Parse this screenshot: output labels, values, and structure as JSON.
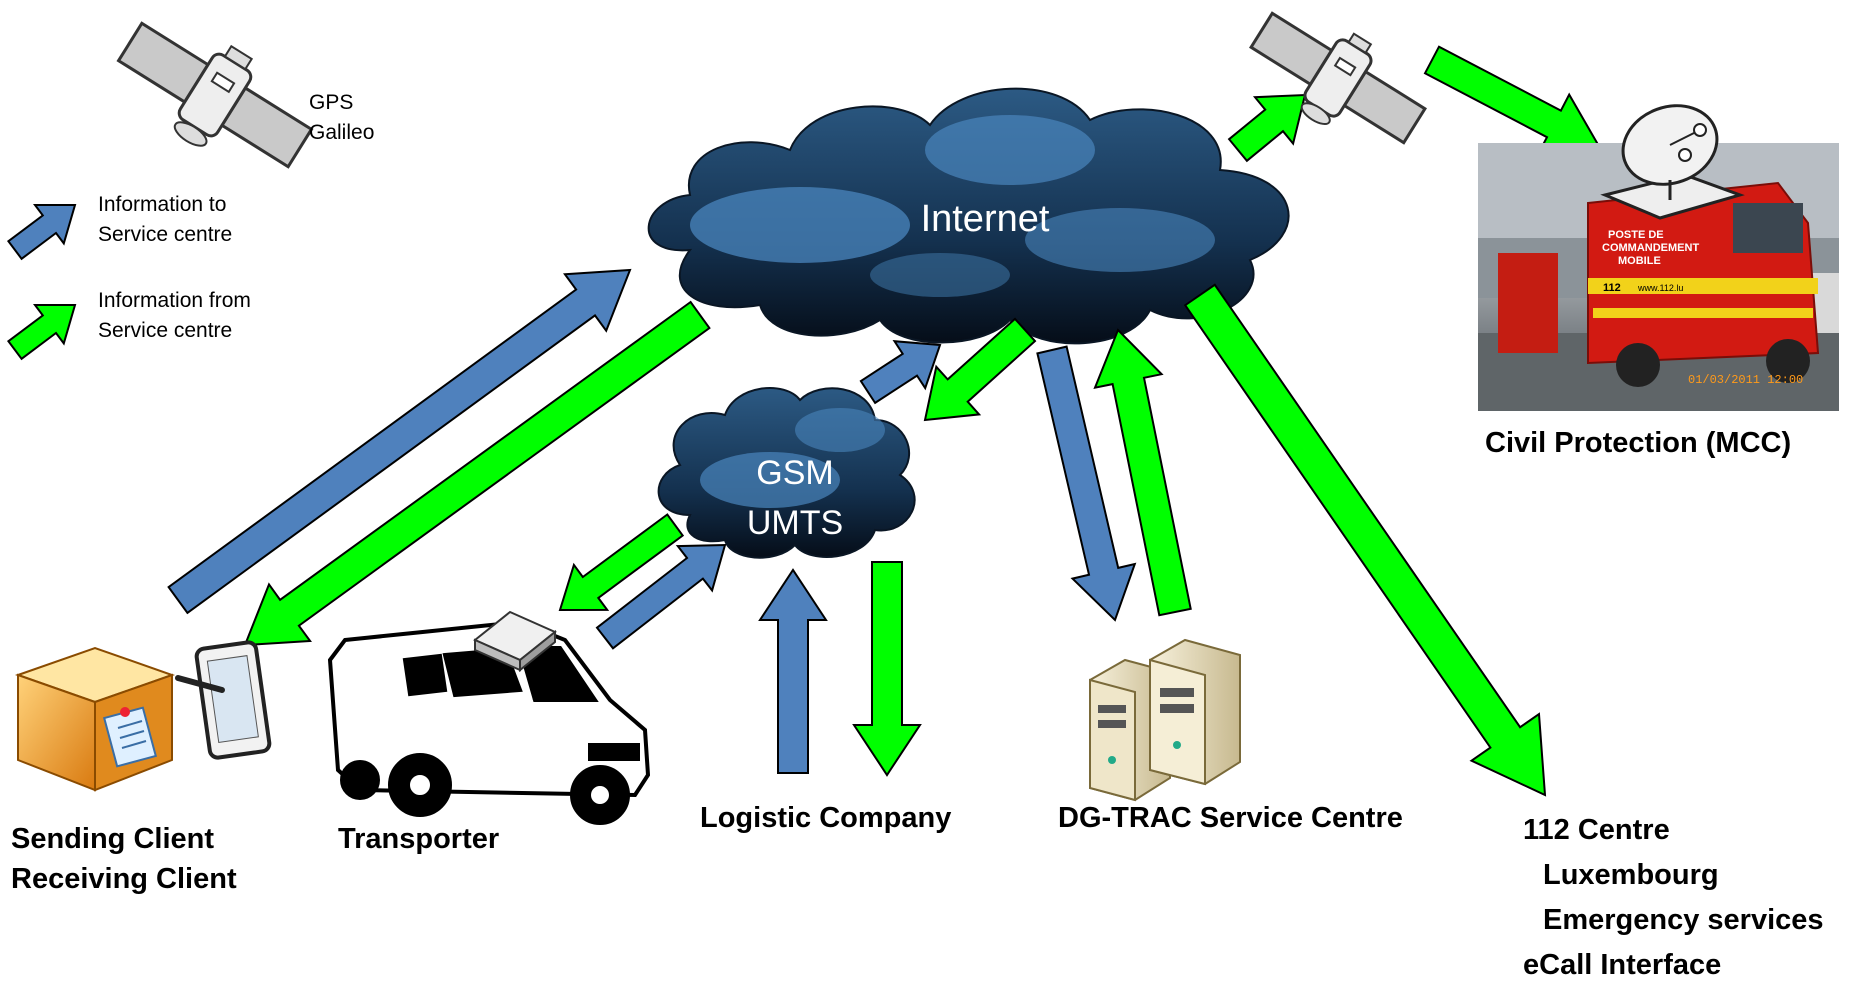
{
  "diagram": {
    "satellite_label_lines": [
      "GPS",
      "Galileo"
    ],
    "cloud_internet": "Internet",
    "cloud_gsm_lines": [
      "GSM",
      "UMTS"
    ],
    "legend": [
      {
        "lines": [
          "Information to",
          "Service centre"
        ],
        "color": "#4f81bd"
      },
      {
        "lines": [
          "Information from",
          "Service centre"
        ],
        "color": "#00ff00"
      }
    ],
    "nodes": {
      "clients": [
        "Sending Client",
        "Receiving Client"
      ],
      "transporter": "Transporter",
      "logistic": "Logistic Company",
      "dgtrac": "DG-TRAC Service Centre",
      "civil": "Civil Protection (MCC)",
      "centre112": [
        "112 Centre",
        "Luxembourg",
        "Emergency services",
        "eCall Interface"
      ]
    },
    "photo_text": {
      "van_line1": "POSTE DE",
      "van_line2": "COMMANDEMENT",
      "van_line3": "MOBILE",
      "van_num": "112",
      "van_web": "www.112.lu",
      "datestamp": "01/03/2011 12:00"
    },
    "colors": {
      "blue": "#4f81bd",
      "green": "#00ff00",
      "cloud_dark": "#0b1e33",
      "cloud_light": "#4a86bd"
    }
  }
}
